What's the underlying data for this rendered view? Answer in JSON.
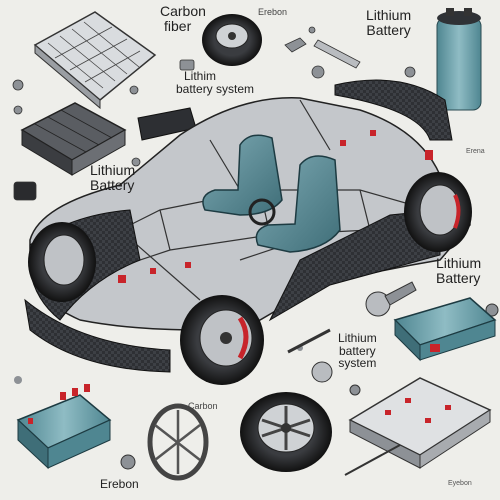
{
  "labels": {
    "carbon_fiber_line1": "Carbon",
    "carbon_fiber_line2": "fiber",
    "erebon_top": "Erebon",
    "lithium_battery_top_line1": "Lithium",
    "lithium_battery_top_line2": "Battery",
    "lithium_battery_system_line1": "Lithim",
    "lithium_battery_system_line2": "battery system",
    "lithium_battery_left_line1": "Lithium",
    "lithium_battery_left_line2": "Battery",
    "lithium_battery_right_line1": "Lithium",
    "lithium_battery_right_line2": "Battery",
    "lithium_battery_system_bottom_line1": "Lithium",
    "lithium_battery_system_bottom_line2": "battery",
    "lithium_battery_system_bottom_line3": "system",
    "carbon_bottom": "Carbon",
    "erebon_bottom": "Erebon",
    "eyebon_bottom_right": "Eyebon",
    "tiny_right": "Erena"
  },
  "colors": {
    "background": "#eeeeea",
    "carbon": "#2b2d30",
    "seat_teal": "#5f8e98",
    "battery_teal": "#6fa3ad",
    "accent_red": "#c8242a"
  }
}
